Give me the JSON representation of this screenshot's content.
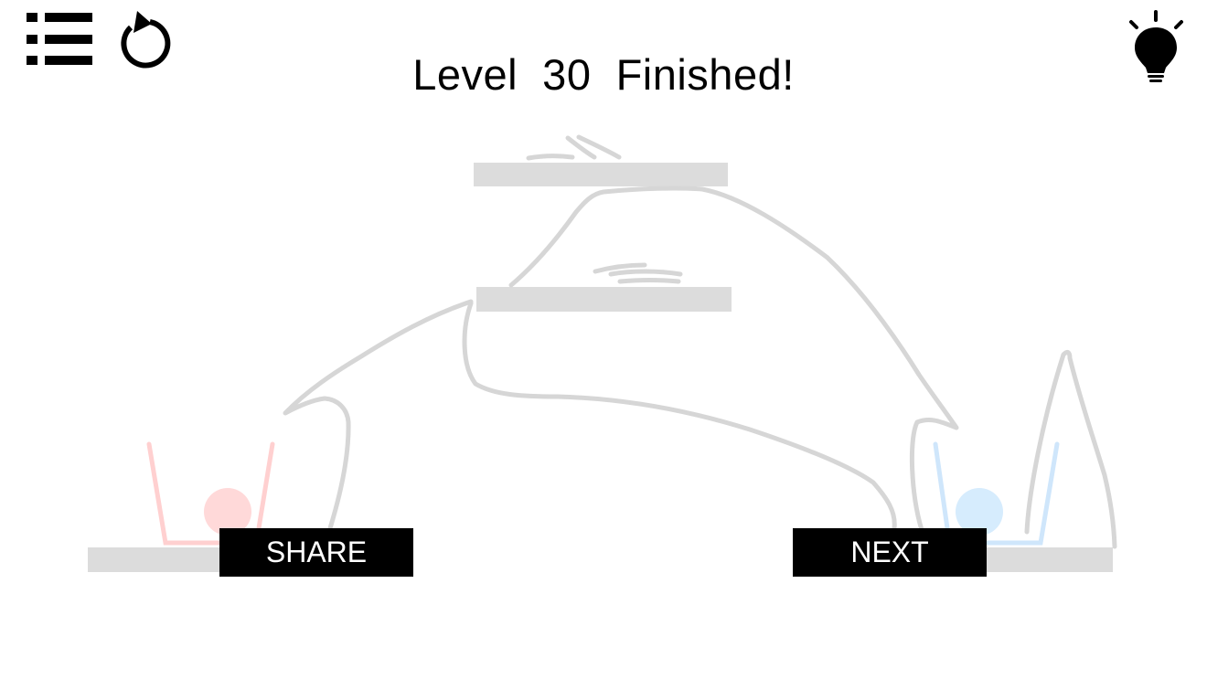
{
  "header": {
    "level_title": "Level  30  Finished!"
  },
  "toolbar": {
    "menu_icon": "list-menu-icon",
    "restart_icon": "restart-icon",
    "hint_icon": "lightbulb-icon"
  },
  "actions": {
    "share_label": "SHARE",
    "next_label": "NEXT"
  },
  "colors": {
    "ink": "#000000",
    "platform": "#dcdcdc",
    "drawn_line": "#d6d6d6",
    "red_ball": "#ffd9d9",
    "red_cup": "#ffd0d0",
    "blue_ball": "#d6ecfd",
    "blue_cup": "#cfe6fb"
  }
}
